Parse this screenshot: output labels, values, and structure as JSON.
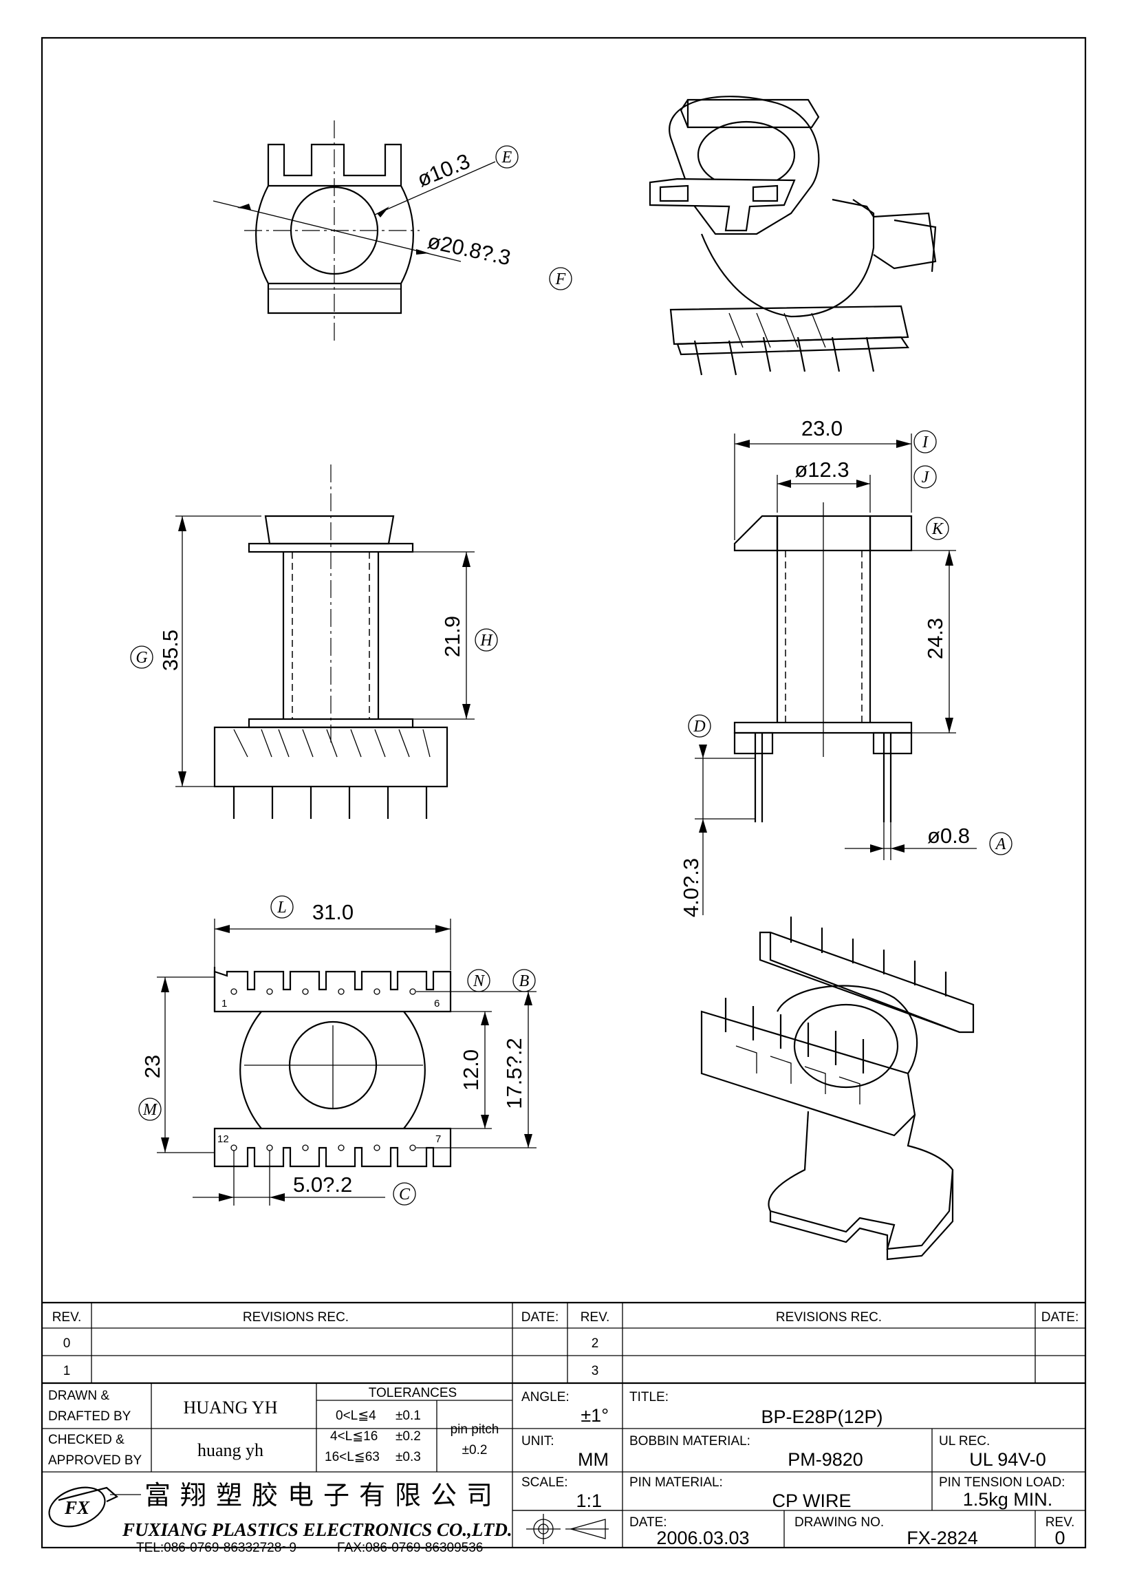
{
  "drawing": {
    "top_view": {
      "d_inner": "ø10.3",
      "d_outer": "ø20.8?.3",
      "tag_e": "E",
      "tag_f": "F"
    },
    "front_view": {
      "height": "35.5",
      "tag_g": "G",
      "winding": "21.9",
      "tag_h": "H"
    },
    "side_view": {
      "width": "23.0",
      "tag_i": "I",
      "tag_j": "J",
      "core": "ø12.3",
      "tag_k": "K",
      "height": "24.3",
      "tag_d": "D",
      "pin_len": "4.0?.3",
      "pin_dia": "ø0.8",
      "tag_a": "A"
    },
    "bottom_view": {
      "tag_l": "L",
      "width": "31.0",
      "tag_n": "N",
      "tag_b": "B",
      "depth": "23",
      "tag_m": "M",
      "row_gap": "12.0",
      "row_span": "17.5?.2",
      "pitch": "5.0?.2",
      "tag_c": "C",
      "pin_1": "1",
      "pin_6": "6",
      "pin_12": "12",
      "pin_7": "7"
    }
  },
  "revisions": {
    "rev_header": "REV.",
    "rec_header": "REVISIONS   REC.",
    "date_header": "DATE:",
    "rows": [
      "0",
      "1",
      "2",
      "3"
    ]
  },
  "title_block": {
    "drawn_label_1": "DRAWN  &",
    "drawn_label_2": "DRAFTED  BY",
    "drawn_by": "HUANG YH",
    "checked_label_1": "CHECKED  &",
    "checked_label_2": "APPROVED  BY",
    "checked_by": "huang yh",
    "tolerances_label": "TOLERANCES",
    "tol_1_range": "0<L≦4",
    "tol_1_val": "±0.1",
    "tol_2_range": "4<L≦16",
    "tol_2_val": "±0.2",
    "tol_3_range": "16<L≦63",
    "tol_3_val": "±0.3",
    "pin_pitch_label": "pin  pitch",
    "pin_pitch_val": "±0.2",
    "angle_label": "ANGLE:",
    "angle_val": "±1°",
    "unit_label": "UNIT:",
    "unit_val": "MM",
    "scale_label": "SCALE:",
    "scale_val": "1:1",
    "title_label": "TITLE:",
    "title_val": "BP-E28P(12P)",
    "bobbin_label": "BOBBIN  MATERIAL:",
    "bobbin_val": "PM-9820",
    "ul_label": "UL  REC.",
    "ul_val": "UL  94V-0",
    "pinmat_label": "PIN  MATERIAL:",
    "pinmat_val": "CP  WIRE",
    "tension_label": "PIN  TENSION  LOAD:",
    "tension_val": "1.5kg  MIN.",
    "date_label": "DATE:",
    "date_val": "2006.03.03",
    "drawing_no_label": "DRAWING  NO.",
    "drawing_no_val": "FX-2824",
    "rev_label": "REV.",
    "rev_val": "0"
  },
  "company": {
    "logo_text": "FX",
    "name_cn": "富翔塑胶电子有限公司",
    "name_en": "FUXIANG  PLASTICS  ELECTRONICS  CO.,LTD.",
    "tel": "TEL:086-0769-86332728~9",
    "fax": "FAX:086-0769-86309536"
  }
}
